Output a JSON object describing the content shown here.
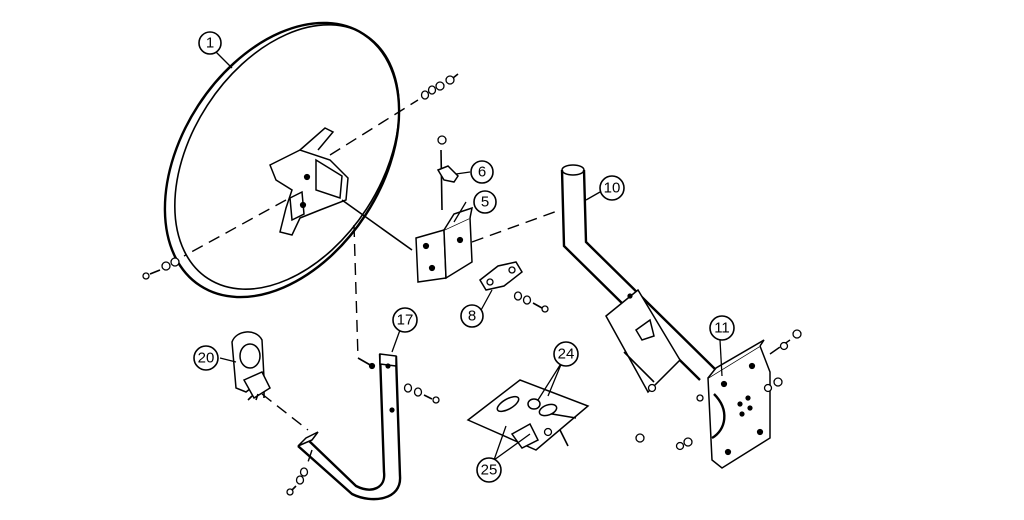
{
  "callouts": [
    {
      "label": "1"
    },
    {
      "label": "5"
    },
    {
      "label": "6"
    },
    {
      "label": "8"
    },
    {
      "label": "10"
    },
    {
      "label": "11"
    },
    {
      "label": "17"
    },
    {
      "label": "20"
    },
    {
      "label": "24"
    },
    {
      "label": "25"
    }
  ]
}
